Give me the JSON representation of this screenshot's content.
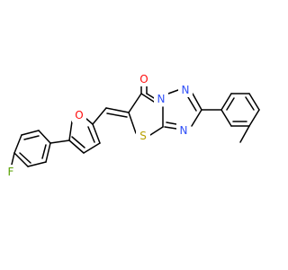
{
  "colors": {
    "bond": "#000000",
    "oxygen": "#ff0d0d",
    "nitrogen": "#3050f8",
    "sulfur": "#b8a000",
    "fluorine": "#57a000",
    "background": "#ffffff"
  },
  "atoms": {
    "o_carbonyl": "O",
    "o_furan": "O",
    "s_ring": "S",
    "n_bridge": "N",
    "n_upper": "N",
    "n_lower": "N",
    "f_sub": "F"
  }
}
